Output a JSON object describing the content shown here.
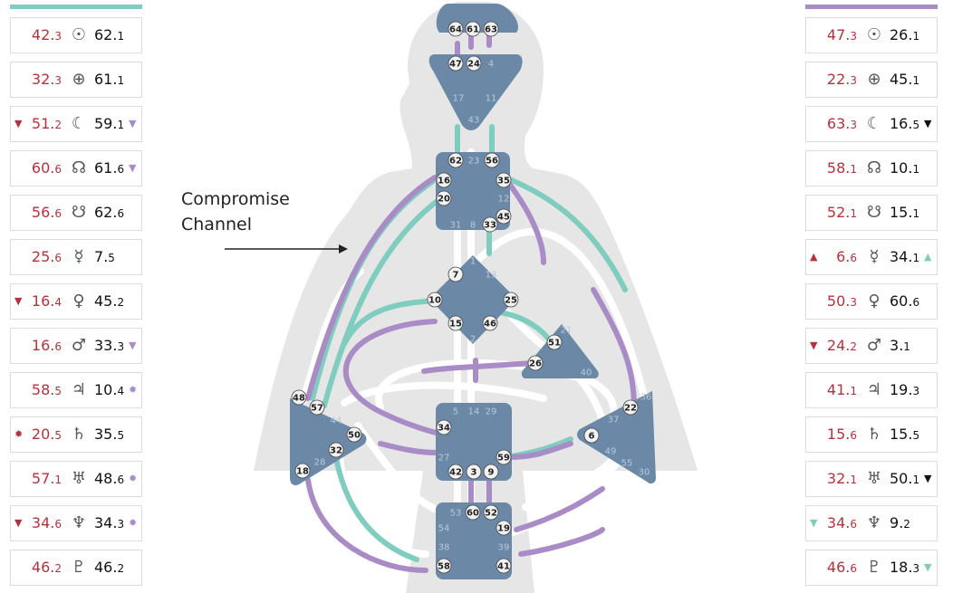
{
  "annotation": {
    "line1": "Compromise",
    "line2": "Channel"
  },
  "left_rows": [
    {
      "d_gate": "42",
      "d_line": "3",
      "planet": "sun-icon",
      "planet_char": "☉",
      "p_gate": "62",
      "p_line": "1",
      "d_marker": "",
      "p_marker": ""
    },
    {
      "d_gate": "32",
      "d_line": "3",
      "planet": "earth-icon",
      "planet_char": "⊕",
      "p_gate": "61",
      "p_line": "1",
      "d_marker": "",
      "p_marker": ""
    },
    {
      "d_gate": "51",
      "d_line": "2",
      "planet": "moon-icon",
      "planet_char": "☾",
      "p_gate": "59",
      "p_line": "1",
      "d_marker": "▼",
      "p_marker": "▼"
    },
    {
      "d_gate": "60",
      "d_line": "6",
      "planet": "north-node-icon",
      "planet_char": "☊",
      "p_gate": "61",
      "p_line": "6",
      "d_marker": "",
      "p_marker": "▼"
    },
    {
      "d_gate": "56",
      "d_line": "6",
      "planet": "south-node-icon",
      "planet_char": "☋",
      "p_gate": "62",
      "p_line": "6",
      "d_marker": "",
      "p_marker": ""
    },
    {
      "d_gate": "25",
      "d_line": "6",
      "planet": "mercury-icon",
      "planet_char": "☿",
      "p_gate": "7",
      "p_line": "5",
      "d_marker": "",
      "p_marker": ""
    },
    {
      "d_gate": "16",
      "d_line": "4",
      "planet": "venus-icon",
      "planet_char": "♀",
      "p_gate": "45",
      "p_line": "2",
      "d_marker": "▼",
      "p_marker": ""
    },
    {
      "d_gate": "16",
      "d_line": "6",
      "planet": "mars-icon",
      "planet_char": "♂",
      "p_gate": "33",
      "p_line": "3",
      "d_marker": "",
      "p_marker": "▼"
    },
    {
      "d_gate": "58",
      "d_line": "5",
      "planet": "jupiter-icon",
      "planet_char": "♃",
      "p_gate": "10",
      "p_line": "4",
      "d_marker": "",
      "p_marker": "✹"
    },
    {
      "d_gate": "20",
      "d_line": "5",
      "planet": "saturn-icon",
      "planet_char": "♄",
      "p_gate": "35",
      "p_line": "5",
      "d_marker": "✹",
      "p_marker": ""
    },
    {
      "d_gate": "57",
      "d_line": "1",
      "planet": "uranus-icon",
      "planet_char": "♅",
      "p_gate": "48",
      "p_line": "6",
      "d_marker": "",
      "p_marker": "✹"
    },
    {
      "d_gate": "34",
      "d_line": "6",
      "planet": "neptune-icon",
      "planet_char": "♆",
      "p_gate": "34",
      "p_line": "3",
      "d_marker": "▼",
      "p_marker": "✹"
    },
    {
      "d_gate": "46",
      "d_line": "2",
      "planet": "pluto-icon",
      "planet_char": "♇",
      "p_gate": "46",
      "p_line": "2",
      "d_marker": "",
      "p_marker": ""
    }
  ],
  "right_rows": [
    {
      "d_gate": "47",
      "d_line": "3",
      "planet": "sun-icon",
      "planet_char": "☉",
      "p_gate": "26",
      "p_line": "1",
      "d_marker": "",
      "p_marker": ""
    },
    {
      "d_gate": "22",
      "d_line": "3",
      "planet": "earth-icon",
      "planet_char": "⊕",
      "p_gate": "45",
      "p_line": "1",
      "d_marker": "",
      "p_marker": ""
    },
    {
      "d_gate": "63",
      "d_line": "3",
      "planet": "moon-icon",
      "planet_char": "☾",
      "p_gate": "16",
      "p_line": "5",
      "d_marker": "",
      "p_marker": "▼"
    },
    {
      "d_gate": "58",
      "d_line": "1",
      "planet": "north-node-icon",
      "planet_char": "☊",
      "p_gate": "10",
      "p_line": "1",
      "d_marker": "",
      "p_marker": ""
    },
    {
      "d_gate": "52",
      "d_line": "1",
      "planet": "south-node-icon",
      "planet_char": "☋",
      "p_gate": "15",
      "p_line": "1",
      "d_marker": "",
      "p_marker": ""
    },
    {
      "d_gate": "6",
      "d_line": "6",
      "planet": "mercury-icon",
      "planet_char": "☿",
      "p_gate": "34",
      "p_line": "1",
      "d_marker": "▲",
      "p_marker": "▲"
    },
    {
      "d_gate": "50",
      "d_line": "3",
      "planet": "venus-icon",
      "planet_char": "♀",
      "p_gate": "60",
      "p_line": "6",
      "d_marker": "",
      "p_marker": ""
    },
    {
      "d_gate": "24",
      "d_line": "2",
      "planet": "mars-icon",
      "planet_char": "♂",
      "p_gate": "3",
      "p_line": "1",
      "d_marker": "▼",
      "p_marker": ""
    },
    {
      "d_gate": "41",
      "d_line": "1",
      "planet": "jupiter-icon",
      "planet_char": "♃",
      "p_gate": "19",
      "p_line": "3",
      "d_marker": "",
      "p_marker": ""
    },
    {
      "d_gate": "15",
      "d_line": "6",
      "planet": "saturn-icon",
      "planet_char": "♄",
      "p_gate": "15",
      "p_line": "5",
      "d_marker": "",
      "p_marker": ""
    },
    {
      "d_gate": "32",
      "d_line": "1",
      "planet": "uranus-icon",
      "planet_char": "♅",
      "p_gate": "50",
      "p_line": "1",
      "d_marker": "",
      "p_marker": "▼"
    },
    {
      "d_gate": "34",
      "d_line": "6",
      "planet": "neptune-icon",
      "planet_char": "♆",
      "p_gate": "9",
      "p_line": "2",
      "d_marker": "▼",
      "p_marker": ""
    },
    {
      "d_gate": "46",
      "d_line": "6",
      "planet": "pluto-icon",
      "planet_char": "♇",
      "p_gate": "18",
      "p_line": "3",
      "d_marker": "",
      "p_marker": "▼"
    }
  ],
  "colors": {
    "design": "#b5323c",
    "personality": "#111111",
    "teal": "#7fcdbf",
    "purple": "#a98bc6",
    "center": "#6b89a6",
    "silhouette": "#e6e6e6"
  },
  "gates": {
    "head": [
      "64",
      "61",
      "63"
    ],
    "ajna": [
      "47",
      "24",
      "4",
      "17",
      "11",
      "43"
    ],
    "throat": [
      "62",
      "23",
      "56",
      "16",
      "35",
      "20",
      "12",
      "31",
      "8",
      "33",
      "45"
    ],
    "g": [
      "1",
      "7",
      "13",
      "10",
      "25",
      "15",
      "46",
      "2"
    ],
    "heart": [
      "21",
      "51",
      "26",
      "40"
    ],
    "spleen": [
      "48",
      "57",
      "44",
      "50",
      "32",
      "28",
      "18"
    ],
    "sacral": [
      "5",
      "14",
      "29",
      "34",
      "27",
      "59",
      "42",
      "3",
      "9"
    ],
    "solar": [
      "36",
      "22",
      "37",
      "6",
      "49",
      "55",
      "30"
    ],
    "root": [
      "53",
      "60",
      "52",
      "54",
      "19",
      "38",
      "39",
      "58",
      "41"
    ]
  }
}
